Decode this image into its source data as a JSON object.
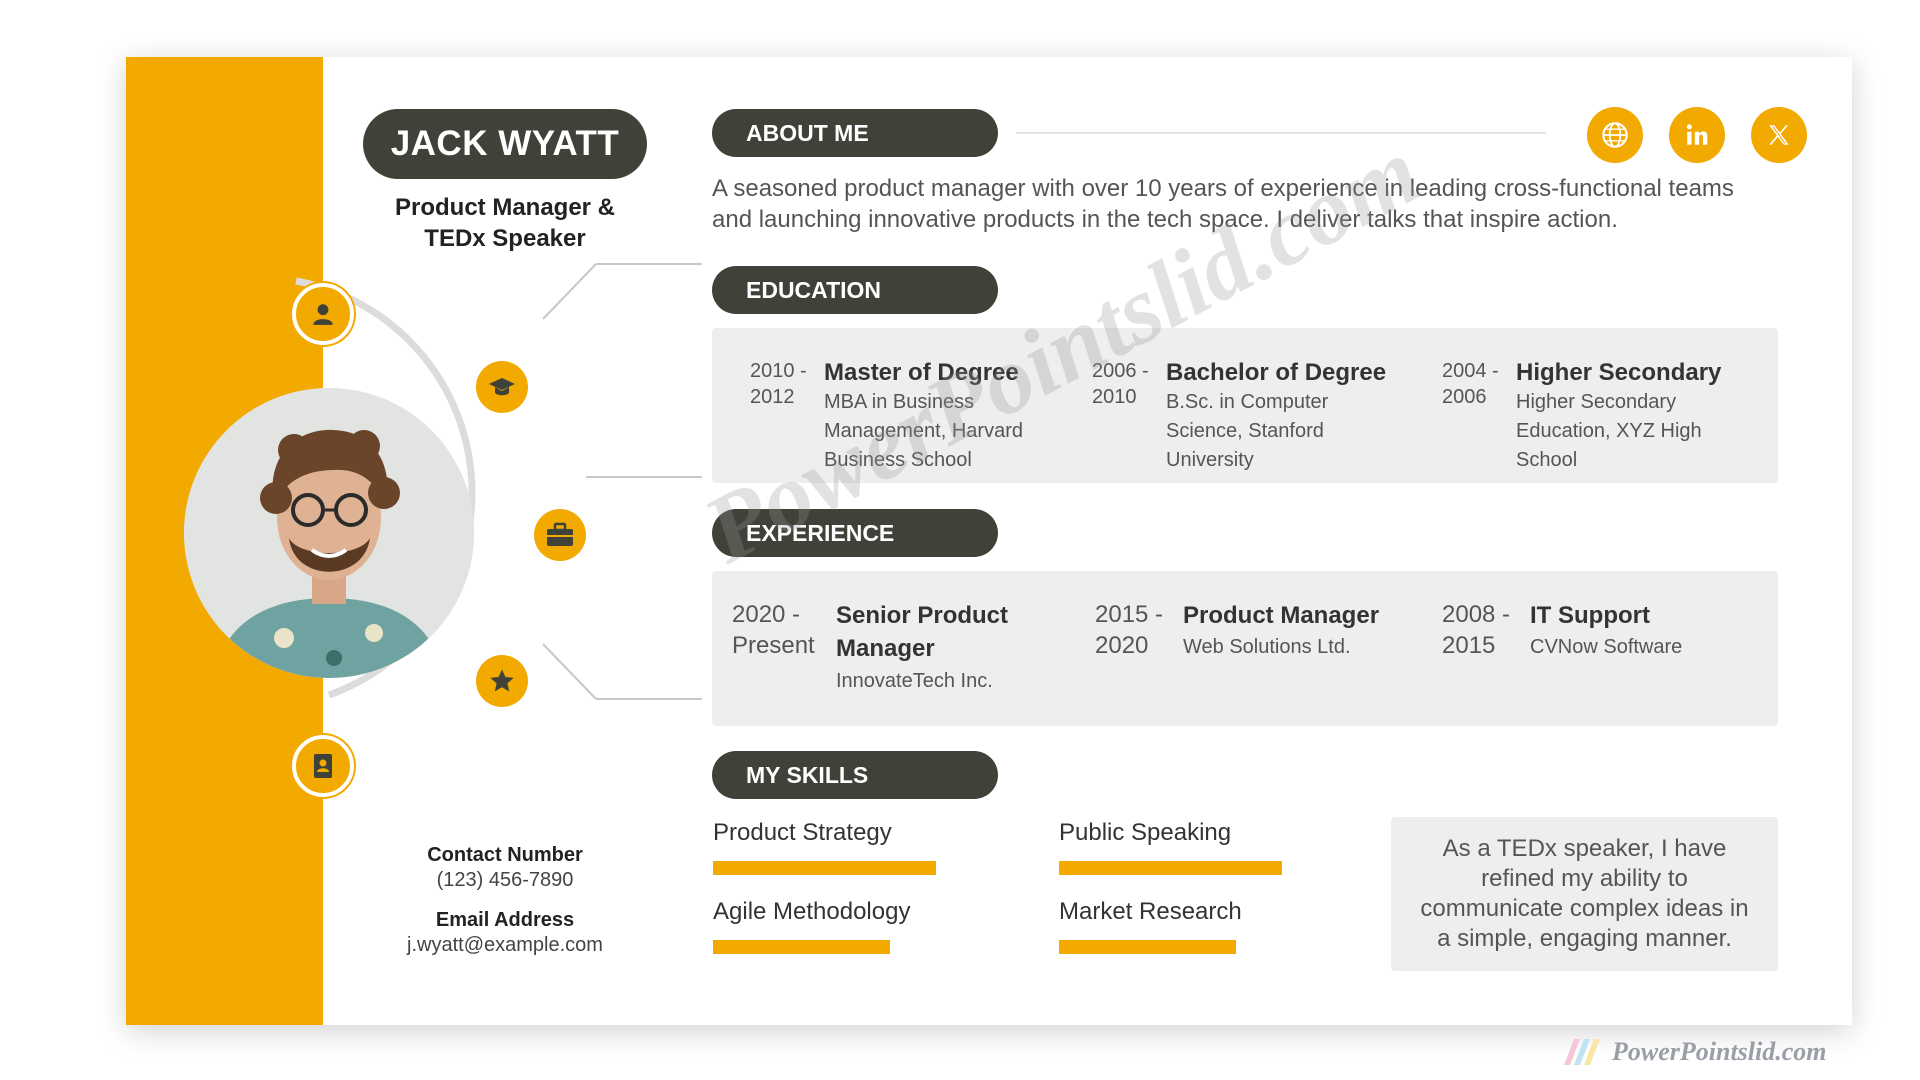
{
  "profile": {
    "name": "JACK WYATT",
    "role_line1": "Product Manager &",
    "role_line2": "TEDx Speaker",
    "contact_label": "Contact Number",
    "contact_value": "(123) 456-7890",
    "email_label": "Email Address",
    "email_value": "j.wyatt@example.com"
  },
  "icons": {
    "orbit": [
      "person-icon",
      "graduation-cap-icon",
      "briefcase-icon",
      "star-icon",
      "contact-book-icon"
    ],
    "social": [
      "globe-icon",
      "linkedin-icon",
      "x-twitter-icon"
    ]
  },
  "sections": {
    "about": "ABOUT ME",
    "education": "EDUCATION",
    "experience": "EXPERIENCE",
    "skills": "MY SKILLS"
  },
  "about_text": "A seasoned product manager with over 10 years of experience in leading cross-functional teams and launching innovative products in the tech space. I deliver talks that inspire action.",
  "education": [
    {
      "years1": "2010 -",
      "years2": "2012",
      "degree": "Master of Degree",
      "desc": "MBA in Business Management, Harvard Business School"
    },
    {
      "years1": "2006 -",
      "years2": "2010",
      "degree": "Bachelor of Degree",
      "desc": "B.Sc. in Computer Science, Stanford University"
    },
    {
      "years1": "2004 -",
      "years2": "2006",
      "degree": "Higher Secondary",
      "desc": "Higher Secondary Education, XYZ High School"
    }
  ],
  "experience": [
    {
      "years1": "2020 -",
      "years2": "Present",
      "title": "Senior Product Manager",
      "company": "InnovateTech Inc."
    },
    {
      "years1": "2015 -",
      "years2": "2020",
      "title": "Product Manager",
      "company": "Web Solutions Ltd."
    },
    {
      "years1": "2008 -",
      "years2": "2015",
      "title": "IT Support",
      "company": "CVNow Software"
    }
  ],
  "skills": [
    {
      "label": "Product Strategy",
      "level": 0.72
    },
    {
      "label": "Public Speaking",
      "level": 0.72
    },
    {
      "label": "Agile Methodology",
      "level": 0.57
    },
    {
      "label": "Market Research",
      "level": 0.57
    }
  ],
  "skills_note": "As a TEDx speaker, I have refined my ability to communicate complex ideas in a simple, engaging manner.",
  "watermark": "PowerPointslid.com",
  "footer_logo": "PowerPointslid.com",
  "colors": {
    "accent": "#f2a900",
    "dark": "#3f4238",
    "panel": "#eeeeee"
  }
}
